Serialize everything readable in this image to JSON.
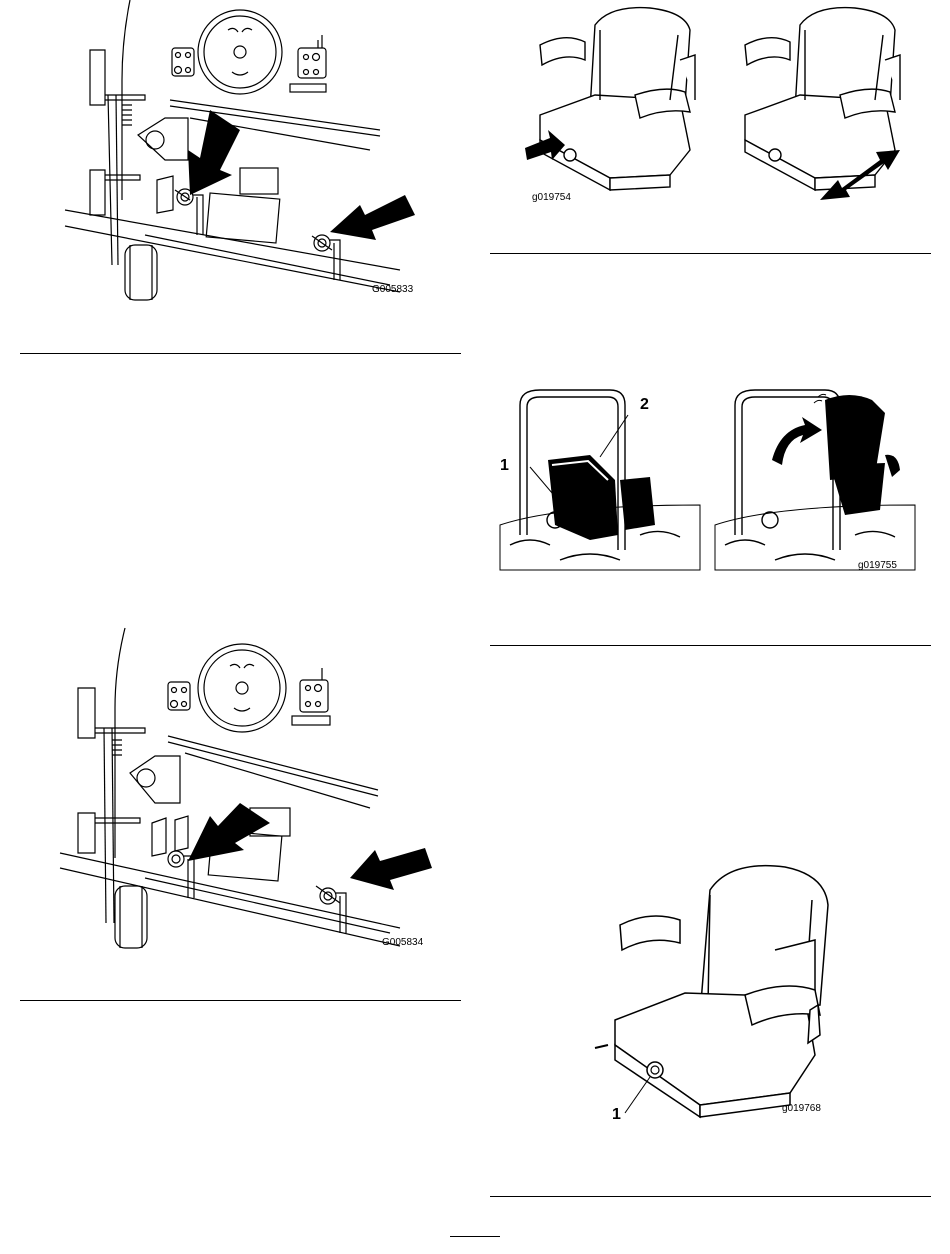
{
  "figures": [
    {
      "code": "G005833",
      "callouts": []
    },
    {
      "code": "g019754",
      "callouts": []
    },
    {
      "code": "g019755",
      "callouts": [
        "1",
        "2"
      ]
    },
    {
      "code": "G005834",
      "callouts": []
    },
    {
      "code": "g019768",
      "callouts": [
        "1"
      ]
    }
  ],
  "colors": {
    "ink": "#000000",
    "paper": "#ffffff",
    "shade": "#d9d9d9"
  }
}
